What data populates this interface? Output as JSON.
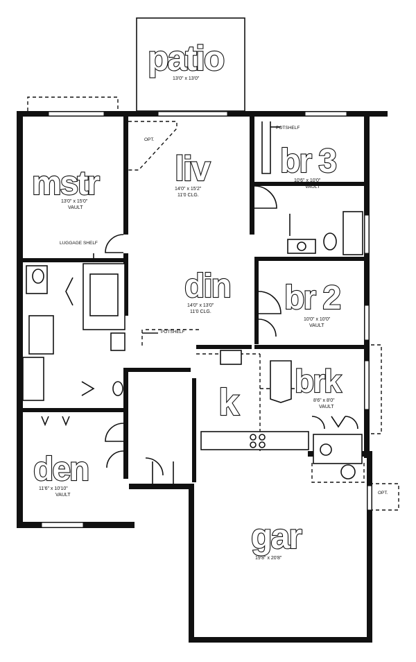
{
  "rooms": {
    "patio": {
      "name": "patio",
      "dims": "13'0\" x 13'0\""
    },
    "mstr": {
      "name": "mstr",
      "dims": "13'0\" x 15'0\"",
      "note": "VAULT"
    },
    "liv": {
      "name": "liv",
      "dims": "14'0\" x 15'2\"",
      "note": "11'0 CLG."
    },
    "br3": {
      "name": "br 3",
      "dims": "10'6\" x 10'0\"",
      "note": "VAULT"
    },
    "din": {
      "name": "din",
      "dims": "14'0\" x 13'0\"",
      "note": "11'0 CLG."
    },
    "br2": {
      "name": "br 2",
      "dims": "10'0\" x 10'0\"",
      "note": "VAULT"
    },
    "brk": {
      "name": "brk",
      "dims": "8'6\" x 8'0\"",
      "note": "VAULT"
    },
    "k": {
      "name": "k"
    },
    "den": {
      "name": "den",
      "dims": "11'6\" x 10'10\"",
      "note": "VAULT"
    },
    "gar": {
      "name": "gar",
      "dims": "19'8\" x 20'8\""
    }
  },
  "annotations": {
    "pot_shelf_top": "POTSHELF",
    "pot_shelf_mid": "POTSHELF",
    "luggage_shelf": "LUGGAGE SHELF",
    "opt_living": "OPT.",
    "opt_garage": "OPT."
  }
}
